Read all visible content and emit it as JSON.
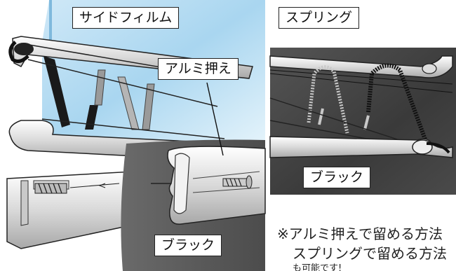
{
  "left_diagram": {
    "labels": {
      "side_film": "サイドフィルム",
      "aluminum_clamp": "アルミ押え",
      "black": "ブラック"
    }
  },
  "right_diagram": {
    "labels": {
      "spring": "スプリング",
      "black": "ブラック"
    }
  },
  "note": {
    "line1": "※アルミ押えで留める方法",
    "line2": "スプリングで留める方法",
    "line3": "も可能です!"
  }
}
